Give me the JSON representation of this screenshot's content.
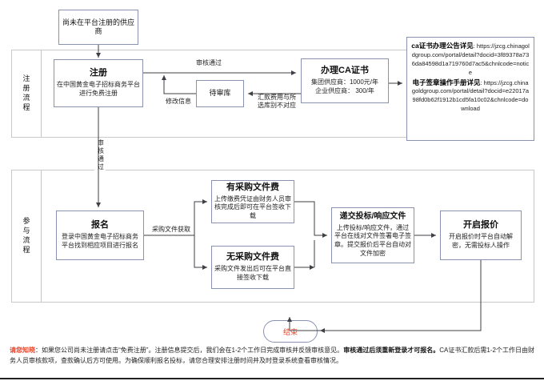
{
  "lanes": [
    {
      "label": "注册流程"
    },
    {
      "label": "参与流程"
    }
  ],
  "nodes": {
    "start": {
      "title": "尚未在平台注册的供应商"
    },
    "register": {
      "title": "注册",
      "desc": "在中国黄金电子招标商务平台进行免费注册"
    },
    "pending_pool": {
      "title": "待审库"
    },
    "ca": {
      "title": "办理CA证书",
      "line1": "集团供应商：1000元/年",
      "line2": "企业供应商：  300/年"
    },
    "signup": {
      "title": "报名",
      "desc": "登录中国黄金电子招标商务平台找到相应项目进行报名"
    },
    "with_fee": {
      "title": "有采购文件费",
      "desc": "上传缴费凭证由财务人员审核完成后即可在平台签收下载"
    },
    "without_fee": {
      "title": "无采购文件费",
      "desc": "采购文件发出后可在平台直接签收下载"
    },
    "submit_bid": {
      "title": "递交投标/响应文件",
      "desc": "上传投标/响应文件，通过平台在线对文件签署电子签章。提交报价后平台自动对文件加密"
    },
    "open_bid": {
      "title": "开启报价",
      "desc": "开启报价时平台自动解密，无需投标人操作"
    },
    "end": {
      "title": "结束"
    }
  },
  "edge_labels": {
    "audit_passed": "审核通过",
    "modify_info": "修改信息",
    "remit_mismatch": "汇款费用与所选库别不对应",
    "audit_passed_vertical": "审核通过",
    "get_doc": "采购文件获取"
  },
  "info_panel": {
    "ca_notice_label": "ca证书办理公告详见",
    "ca_notice_url": "https://jzcg.chinagoldgroup.com/portal/detail?docid=3f89378a736da84598d1a719760d7ac5&chnlcode=notice",
    "seal_manual_label": "电子签章操作手册详见",
    "seal_manual_url": "https://jzcg.chinagoldgroup.com/portal/detail?docid=e22017a98fd0b62f1912b1cd5fa10c02&chnlcode=download"
  },
  "notice": {
    "tag": "请您知晓",
    "part1": "：如果您公司尚未注册请点击“免费注册”。注册信息提交后，我们会在1-2个工作日完成审核并反馈审核意见。",
    "emphasis": "审核通过后须重新登录才可报名。",
    "part2": "CA证书汇款后需1-2个工作日由财务人员审核款项，查款确认后方可使用。为确保顺利报名投标，请您合理安排注册时间并及时登录系统查看审核情况。"
  },
  "colors": {
    "node_border": "#8a92b2",
    "lane_border": "#c9c9c9",
    "accent_red": "#e8452c",
    "arrow": "#3f3f46"
  }
}
